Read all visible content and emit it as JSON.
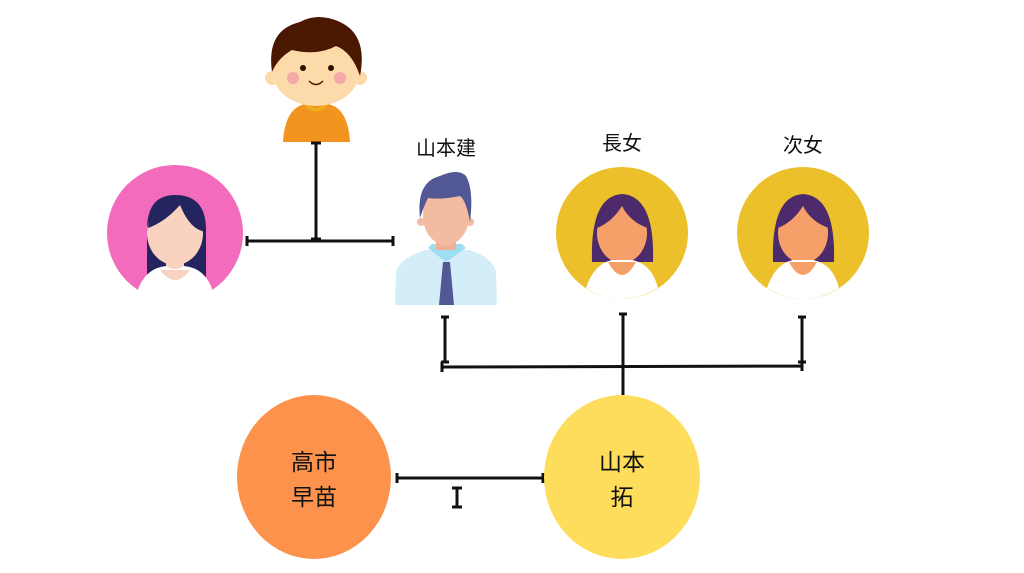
{
  "diagram": {
    "type": "family-tree",
    "people": {
      "son": {
        "label": ""
      },
      "wife": {
        "label": ""
      },
      "father": {
        "label": "山本建"
      },
      "eldest_daughter": {
        "label": "長女"
      },
      "second_daughter": {
        "label": "次女"
      },
      "spouse": {
        "line1": "高市",
        "line2": "早苗"
      },
      "self": {
        "line1": "山本",
        "line2": "拓"
      }
    },
    "colors": {
      "pink": "#f26bbc",
      "gold": "#ecc02a",
      "orange": "#fd924c",
      "yellow": "#ffdd5c",
      "line": "#111111"
    },
    "cursor_glyph": "I"
  }
}
